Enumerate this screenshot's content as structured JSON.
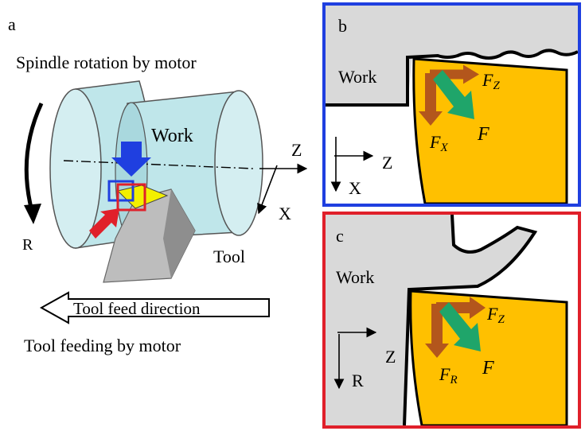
{
  "panel_a": {
    "panel_label": "a",
    "spindle_caption": "Spindle rotation by motor",
    "work_label": "Work",
    "axis_z": "Z",
    "axis_x": "X",
    "rotation_label": "R",
    "tool_label": "Tool",
    "feed_direction_label": "Tool feed direction",
    "feeding_caption": "Tool feeding by motor"
  },
  "panel_b": {
    "panel_label": "b",
    "work_label": "Work",
    "force_z_main": "F",
    "force_z_sub": "Z",
    "force_x_main": "F",
    "force_x_sub": "X",
    "force_resultant": "F",
    "axis_z": "Z",
    "axis_x": "X"
  },
  "panel_c": {
    "panel_label": "c",
    "work_label": "Work",
    "force_z_main": "F",
    "force_z_sub": "Z",
    "force_r_main": "F",
    "force_r_sub": "R",
    "force_resultant": "F",
    "axis_z": "Z",
    "axis_r": "R"
  },
  "colors": {
    "panel_b_frame": "#1f3fe0",
    "panel_c_frame": "#e0202a",
    "workpiece_cyan": "#bfe6ea",
    "tool_insert": "#ffc000",
    "force_component": "#b3561c",
    "force_resultant": "#1fa56a",
    "work_gray": "#d9d9d9"
  }
}
